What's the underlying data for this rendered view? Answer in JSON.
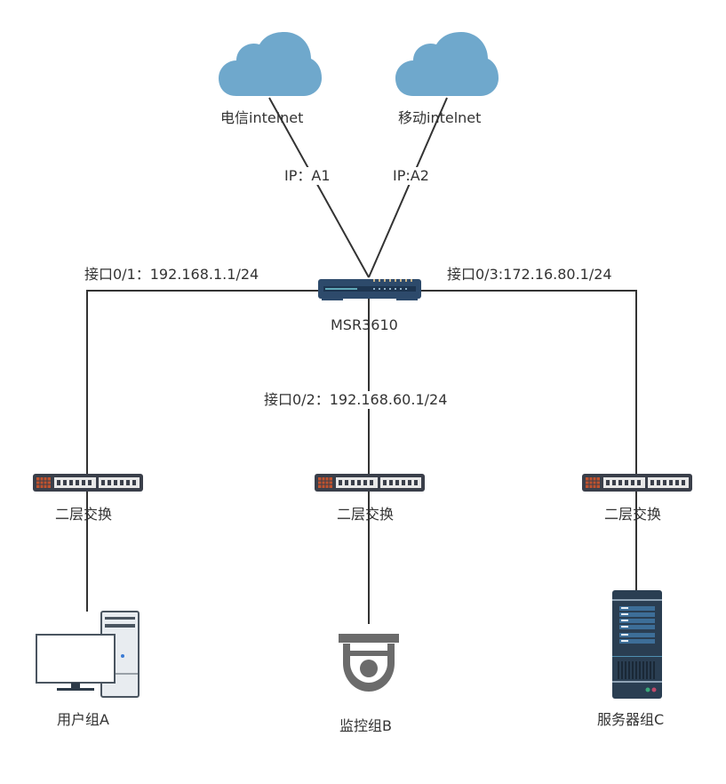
{
  "diagram": {
    "type": "network-topology",
    "colors": {
      "cloud": "#6fa8cc",
      "device_dark": "#2d4a6b",
      "line": "#333333",
      "text": "#333333",
      "switch_port_accent": "#c0522e",
      "camera": "#6b6b6b"
    },
    "nodes": {
      "cloud_telecom": {
        "label": "电信intelnet",
        "icon": "cloud-icon"
      },
      "cloud_mobile": {
        "label": "移动intelnet",
        "icon": "cloud-icon"
      },
      "router": {
        "label": "MSR3610",
        "icon": "router-icon"
      },
      "switch_left": {
        "label": "二层交换",
        "icon": "switch-icon"
      },
      "switch_mid": {
        "label": "二层交换",
        "icon": "switch-icon"
      },
      "switch_right": {
        "label": "二层交换",
        "icon": "switch-icon"
      },
      "user_group": {
        "label": "用户组A",
        "icon": "desktop-computer-icon"
      },
      "camera_group": {
        "label": "监控组B",
        "icon": "surveillance-camera-icon"
      },
      "server_group": {
        "label": "服务器组C",
        "icon": "server-icon"
      }
    },
    "links": {
      "telecom_ip": "IP：A1",
      "mobile_ip": "IP:A2",
      "port_0_1": "接口0/1：192.168.1.1/24",
      "port_0_2": "接口0/2：192.168.60.1/24",
      "port_0_3": "接口0/3:172.16.80.1/24"
    }
  }
}
